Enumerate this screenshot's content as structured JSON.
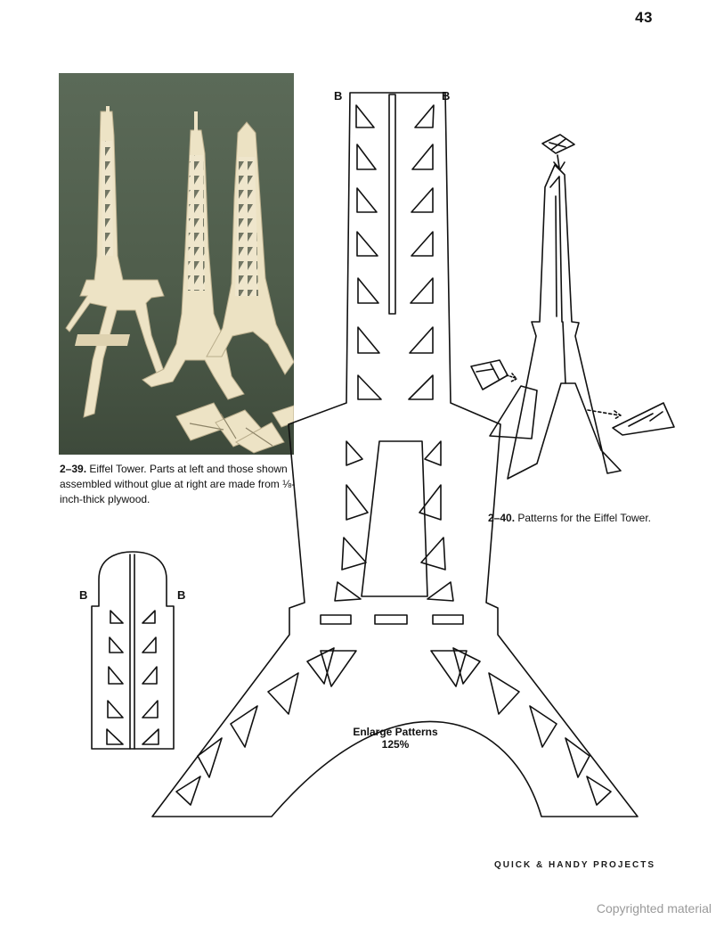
{
  "page": {
    "number": "43"
  },
  "photo": {
    "caption_number": "2–39.",
    "caption_text": "Eiffel Tower. Parts at left and those shown assembled without glue at right are made from ⅛-inch-thick plywood."
  },
  "assembly": {
    "caption_number": "2–40.",
    "caption_text": "Patterns for the Eiffel Tower."
  },
  "patterns": {
    "large_label_left": "B",
    "large_label_right": "B",
    "small_label_left": "B",
    "small_label_right": "B",
    "instruction_line1": "Enlarge Patterns",
    "instruction_line2": "125%"
  },
  "footer": {
    "label": "QUICK & HANDY PROJECTS"
  },
  "watermark": {
    "text": "Copyrighted material"
  },
  "colors": {
    "photo_background": "#52614f",
    "wood": "#e9e0c4",
    "line_art": "#111111"
  }
}
